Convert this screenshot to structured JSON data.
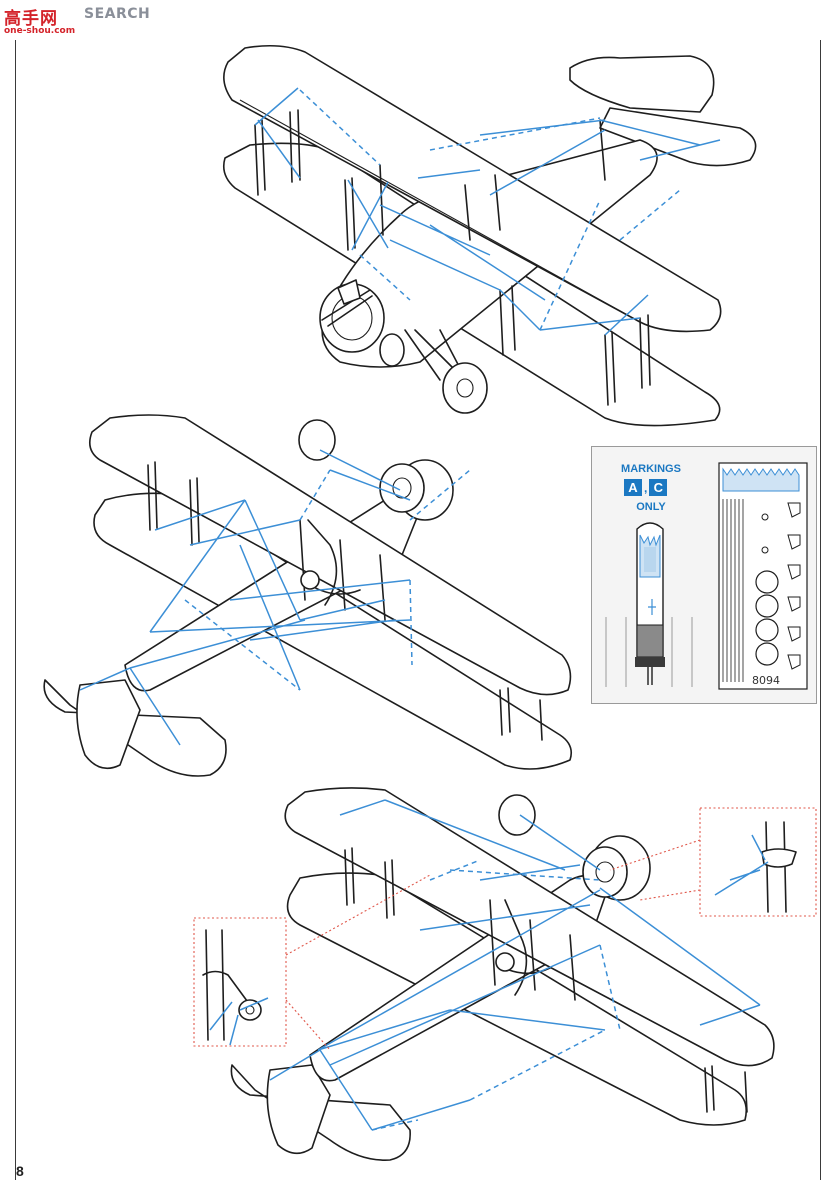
{
  "watermark": {
    "brand_cn": "高手网",
    "brand_en": "SEARCH",
    "url": "one-shou.com"
  },
  "inset": {
    "markings_label": "MARKINGS",
    "marking_letters": [
      "A",
      "C"
    ],
    "separator": ",",
    "only_label": "ONLY",
    "fret_number": "8094"
  },
  "page_number": "8",
  "colors": {
    "rigging_blue": "#3c8fd6",
    "callout_red": "#e0574a",
    "ink": "#1e1e1e",
    "markings_blue": "#1b78c2"
  }
}
